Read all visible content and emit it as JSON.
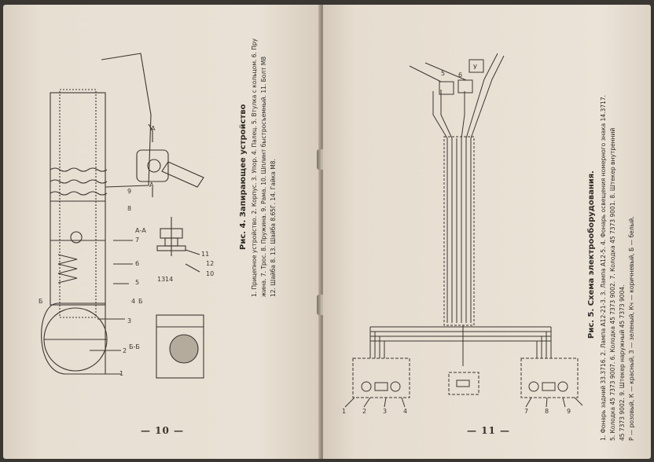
{
  "left_page": {
    "figure_title": "Рис. 4. Запирающее устройство",
    "legend": [
      "1. Прицепное устройство. 2. Корпус. 3. Упор. 4. Палец. 5. Втулка с кольцом. 6. Пру",
      "жина. 7. Трос. 8. Пружина. 9. Рама. 10. Шплинт быстросъемный. 11. Болт М8",
      "12. Шайба 8. 13. Шайба 8.65Г. 14. Гайка М8."
    ],
    "page_number": "— 10 —",
    "section_labels": [
      "Б-Б",
      "А-А",
      "Б",
      "Б",
      "А",
      "А"
    ],
    "callouts": [
      "1",
      "2",
      "3",
      "4",
      "5",
      "6",
      "7",
      "8",
      "9",
      "10",
      "11",
      "12",
      "13",
      "14"
    ]
  },
  "right_page": {
    "figure_title": "Рис. 5. Схема электрооборудования.",
    "legend": [
      "1. Фонарь задний 33.3716. 2. Лампа А12-21-3. 3. Лампа А12-5. 4. Фонарь освещения номерного знака 14.3717.",
      "5. Колодка 45 7373 9007. 6. Колодка 45 7373 9002. 7. Колодка 45 7373 9001. 8. Штекер внутренний",
      "45 7373 9002. 9. Штекер наружный 45 7373 9004.",
      "Р — розовый, К — красный, З — зеленый, Кч — коричневый, Б — белый."
    ],
    "page_number": "— 11 —",
    "callouts": [
      "1",
      "2",
      "3",
      "4",
      "5",
      "6",
      "7",
      "8",
      "9"
    ],
    "connector_label": "У"
  }
}
